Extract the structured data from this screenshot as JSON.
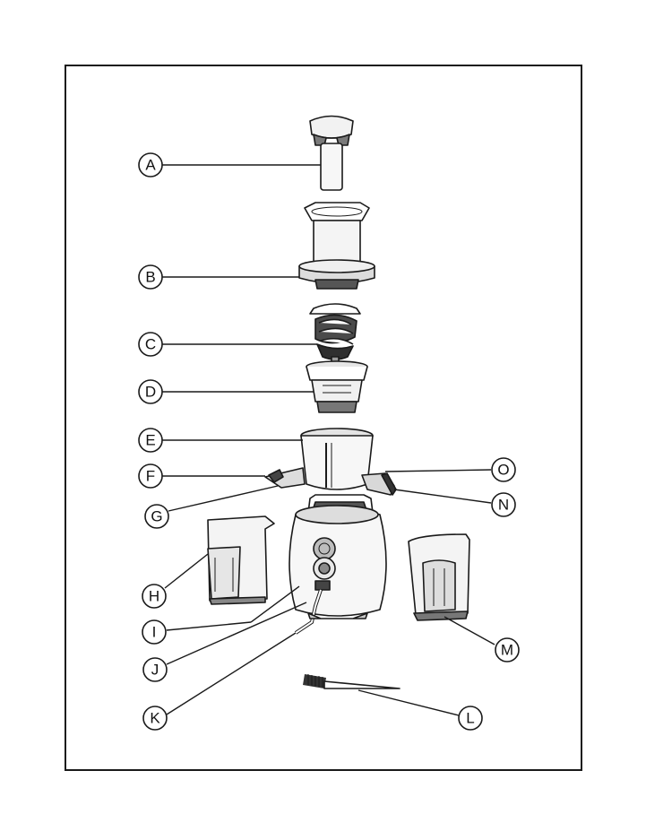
{
  "diagram": {
    "callouts": [
      {
        "id": "A",
        "label": "A"
      },
      {
        "id": "B",
        "label": "B"
      },
      {
        "id": "C",
        "label": "C"
      },
      {
        "id": "D",
        "label": "D"
      },
      {
        "id": "E",
        "label": "E"
      },
      {
        "id": "F",
        "label": "F"
      },
      {
        "id": "G",
        "label": "G"
      },
      {
        "id": "H",
        "label": "H"
      },
      {
        "id": "I",
        "label": "I"
      },
      {
        "id": "J",
        "label": "J"
      },
      {
        "id": "K",
        "label": "K"
      },
      {
        "id": "L",
        "label": "L"
      },
      {
        "id": "M",
        "label": "M"
      },
      {
        "id": "N",
        "label": "N"
      },
      {
        "id": "O",
        "label": "O"
      }
    ]
  }
}
